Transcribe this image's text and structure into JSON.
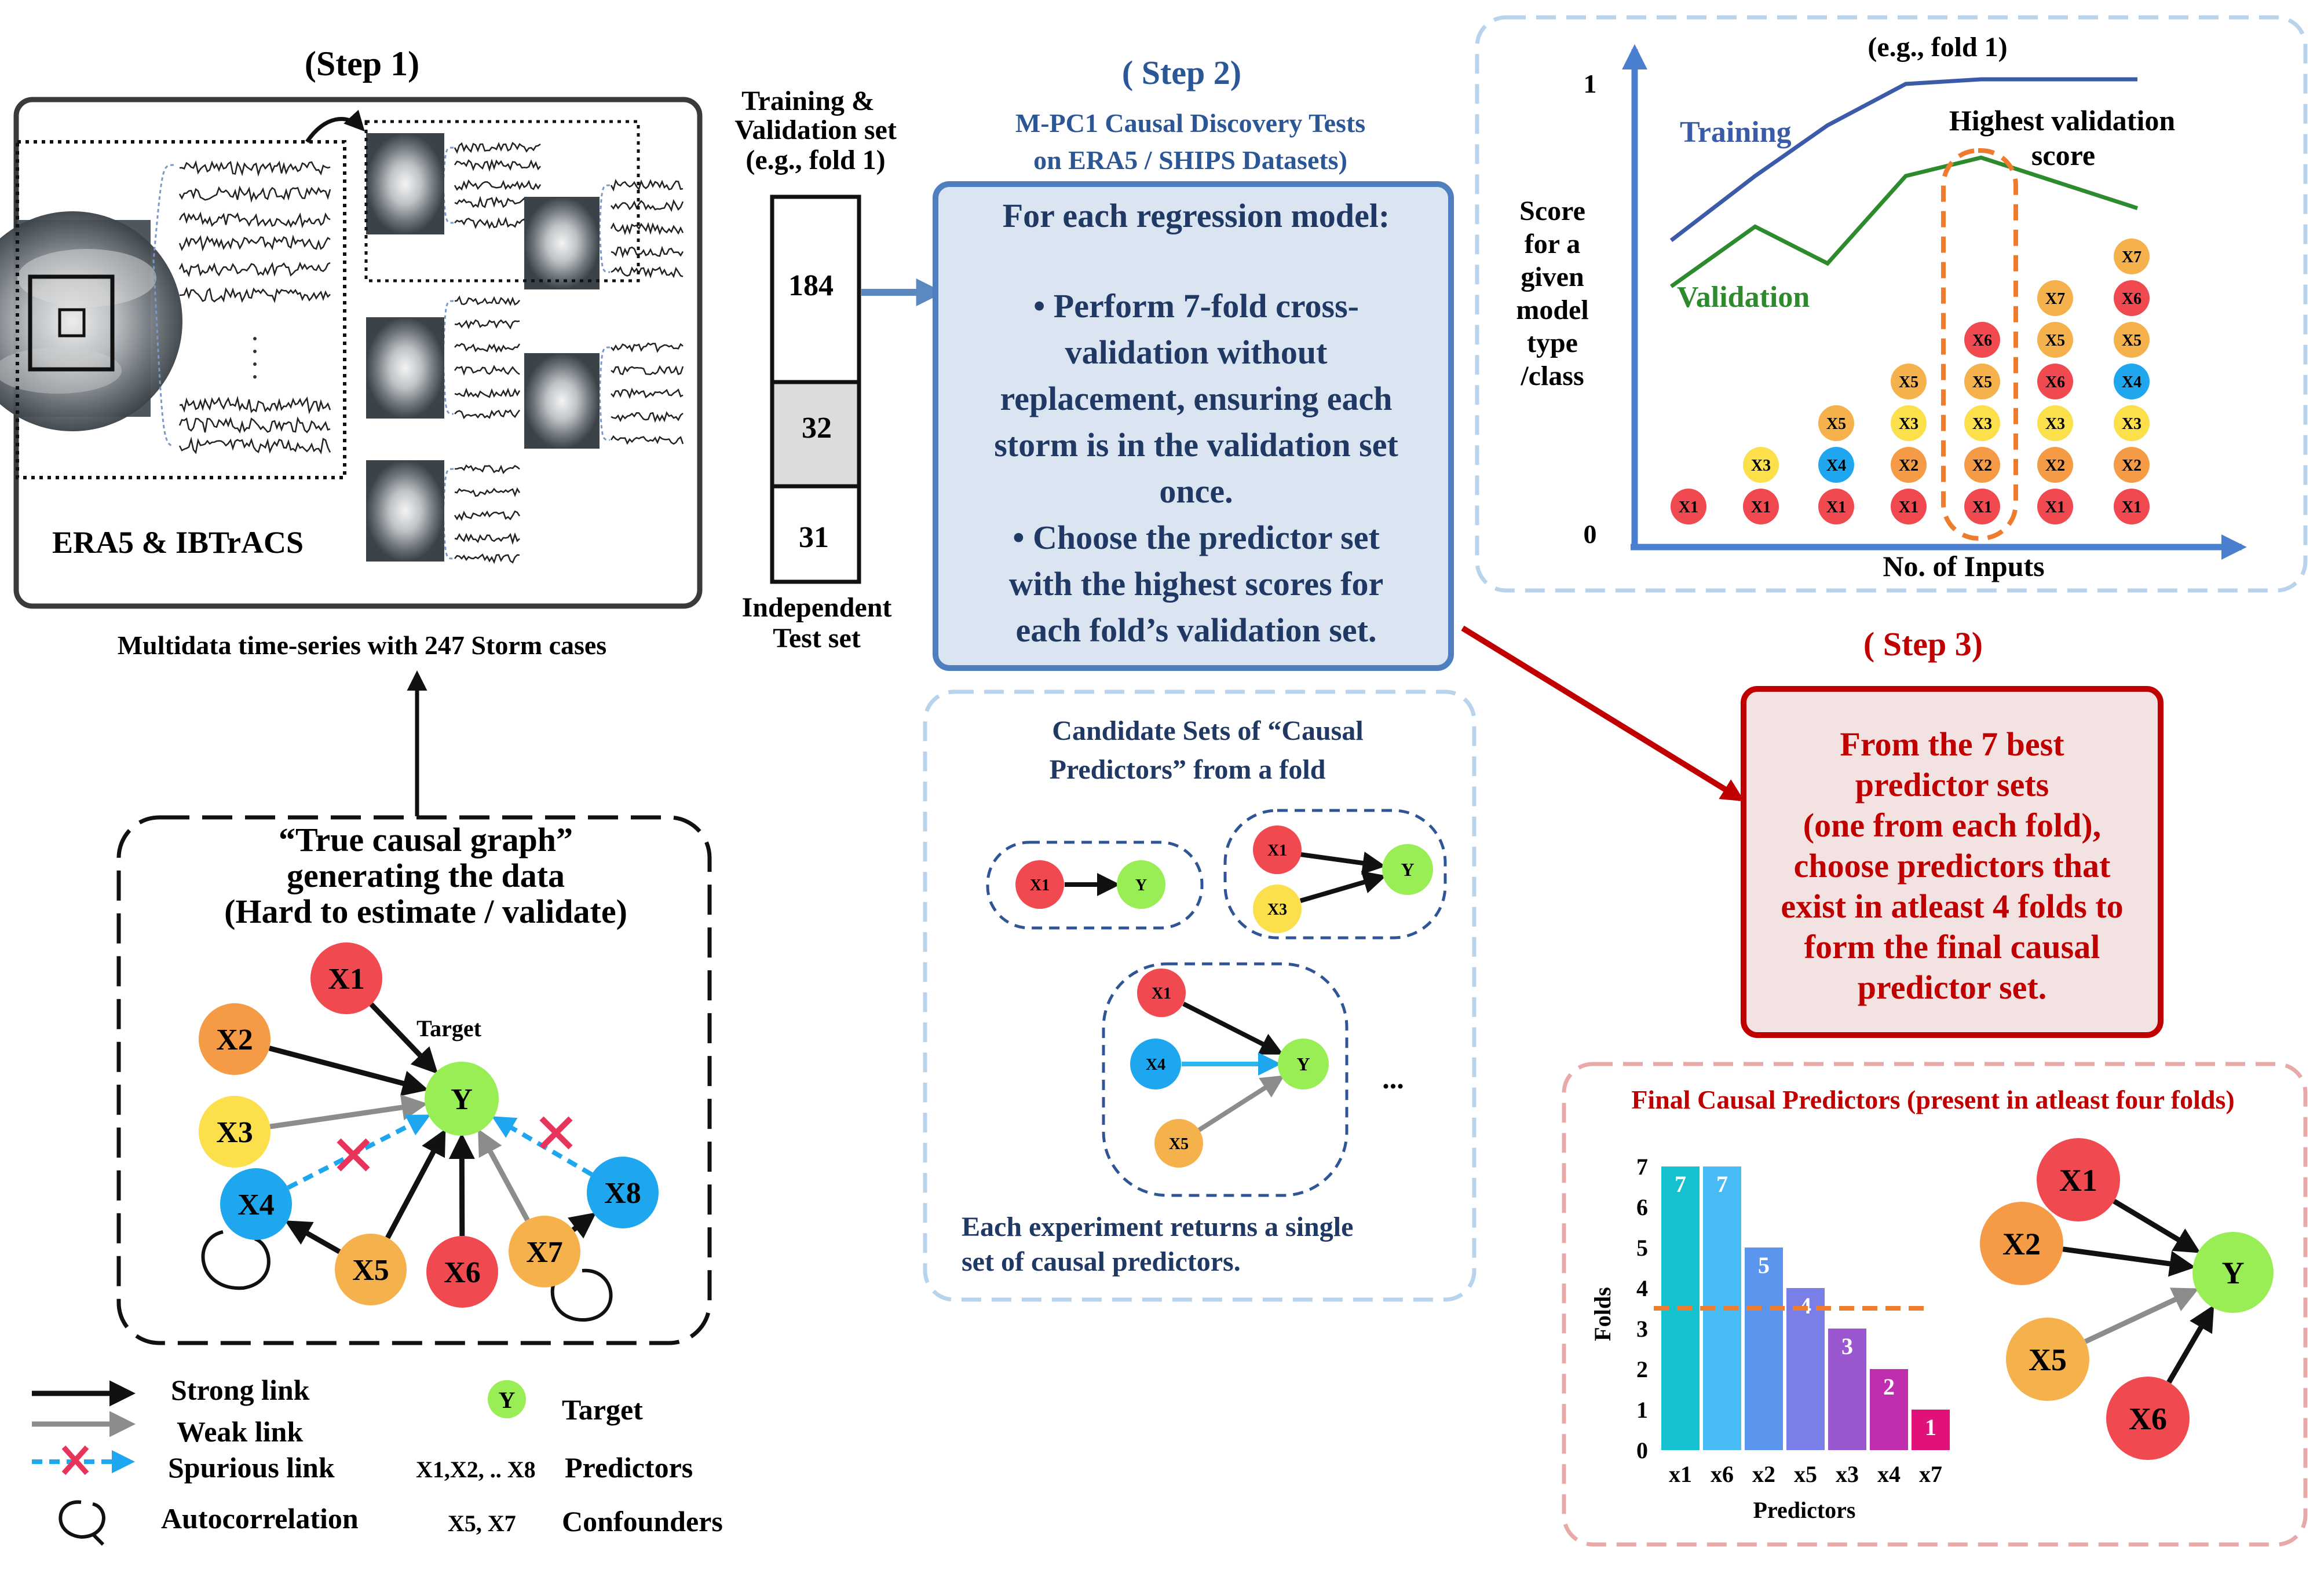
{
  "colors": {
    "red": "#f04a50",
    "orange": "#f59a45",
    "yellow": "#fbe04c",
    "blue": "#1ea7ee",
    "green": "#99ee55",
    "amber": "#f5b24c",
    "navy": "#2b5797",
    "darkred": "#c00000",
    "training": "#3b5ba9",
    "validation": "#2d8a2d",
    "steel": "#5b88c0"
  },
  "step1": {
    "title": "(Step 1)",
    "panel_label": "ERA5 & IBTrACS",
    "caption": "Multidata time-series with 247 Storm cases"
  },
  "split": {
    "header": [
      "Training  &",
      "Validation set",
      "(e.g., fold 1)"
    ],
    "values": [
      "184",
      "32",
      "31"
    ],
    "footer": [
      "Independent",
      "Test set"
    ]
  },
  "step2": {
    "title": "( Step 2)",
    "subtitle": [
      "M-PC1 Causal Discovery Tests",
      "on ERA5 / SHIPS Datasets)"
    ],
    "box_lines": [
      "For each regression model:",
      "",
      "•  Perform 7-fold cross-",
      "validation without",
      "replacement, ensuring each",
      "storm is in the validation set",
      "once.",
      "•  Choose the predictor set",
      "with the highest scores for",
      "each fold’s validation set."
    ]
  },
  "scoreplot": {
    "title": "(e.g., fold 1)",
    "ylabel": [
      "Score",
      "for a",
      "given",
      "model",
      "type",
      "/class"
    ],
    "xlabel": "No. of Inputs",
    "y_top": "1",
    "y_bottom": "0",
    "training_label": "Training",
    "validation_label": "Validation",
    "highlight_label": [
      "Highest validation",
      "score"
    ],
    "training_curve": [
      0.66,
      0.8,
      0.91,
      1.0,
      1.01,
      1.01
    ],
    "validation_curve": [
      0.56,
      0.69,
      0.61,
      0.8,
      0.84,
      0.73
    ],
    "stacks": [
      [
        "X1"
      ],
      [
        "X1",
        "X3"
      ],
      [
        "X1",
        "X4",
        "X5"
      ],
      [
        "X1",
        "X2",
        "X3",
        "X5"
      ],
      [
        "X1",
        "X2",
        "X3",
        "X5",
        "X6"
      ],
      [
        "X1",
        "X2",
        "X3",
        "X6",
        "X5",
        "X7"
      ],
      [
        "X1",
        "X2",
        "X3",
        "X4",
        "X5",
        "X6",
        "X7"
      ]
    ]
  },
  "candidates": {
    "title": [
      "Candidate Sets of “Causal",
      "Predictors”  from a fold"
    ],
    "ellipsis": "...",
    "footer": [
      "Each experiment returns a single",
      "set of causal predictors."
    ]
  },
  "truegraph": {
    "title": [
      "“True causal graph”",
      "generating the data",
      "(Hard to estimate / validate)"
    ],
    "target_label": "Target",
    "nodes": {
      "x1": "X1",
      "x2": "X2",
      "x3": "X3",
      "x4": "X4",
      "x5": "X5",
      "x6": "X6",
      "x7": "X7",
      "x8": "X8",
      "y": "Y"
    }
  },
  "legend": {
    "strong": "Strong  link",
    "weak": "Weak  link",
    "spurious": "Spurious link",
    "auto": "Autocorrelation",
    "target_node": "Y",
    "target": "Target",
    "predictor_vars": "X1,X2, .. X8",
    "predictors": "Predictors",
    "confounder_vars": "X5, X7",
    "confounders": "Confounders"
  },
  "step3": {
    "title": "( Step 3)",
    "lines": [
      "From the 7 best",
      "predictor sets",
      "(one from each fold),",
      "choose predictors that",
      "exist in atleast 4 folds to",
      "form the final causal",
      "predictor set."
    ]
  },
  "final": {
    "title": "Final Causal Predictors (present in atleast four folds)",
    "final_nodes": {
      "x1": "X1",
      "x2": "X2",
      "x5": "X5",
      "x6": "X6",
      "y": "Y"
    }
  },
  "chart_data": {
    "type": "bar",
    "categories": [
      "x1",
      "x6",
      "x2",
      "x5",
      "x3",
      "x4",
      "x7"
    ],
    "values": [
      7,
      7,
      5,
      4,
      3,
      2,
      1
    ],
    "bar_colors": [
      "#16c1cf",
      "#48bbf5",
      "#5c95ee",
      "#7a7ee8",
      "#9b57cf",
      "#c02eb0",
      "#e0127a"
    ],
    "xlabel": "Predictors",
    "ylabel": "Folds",
    "ylim": [
      0,
      7
    ],
    "yticks": [
      "0",
      "1",
      "2",
      "3",
      "4",
      "5",
      "6",
      "7"
    ],
    "threshold": 3.5,
    "grid": false
  }
}
